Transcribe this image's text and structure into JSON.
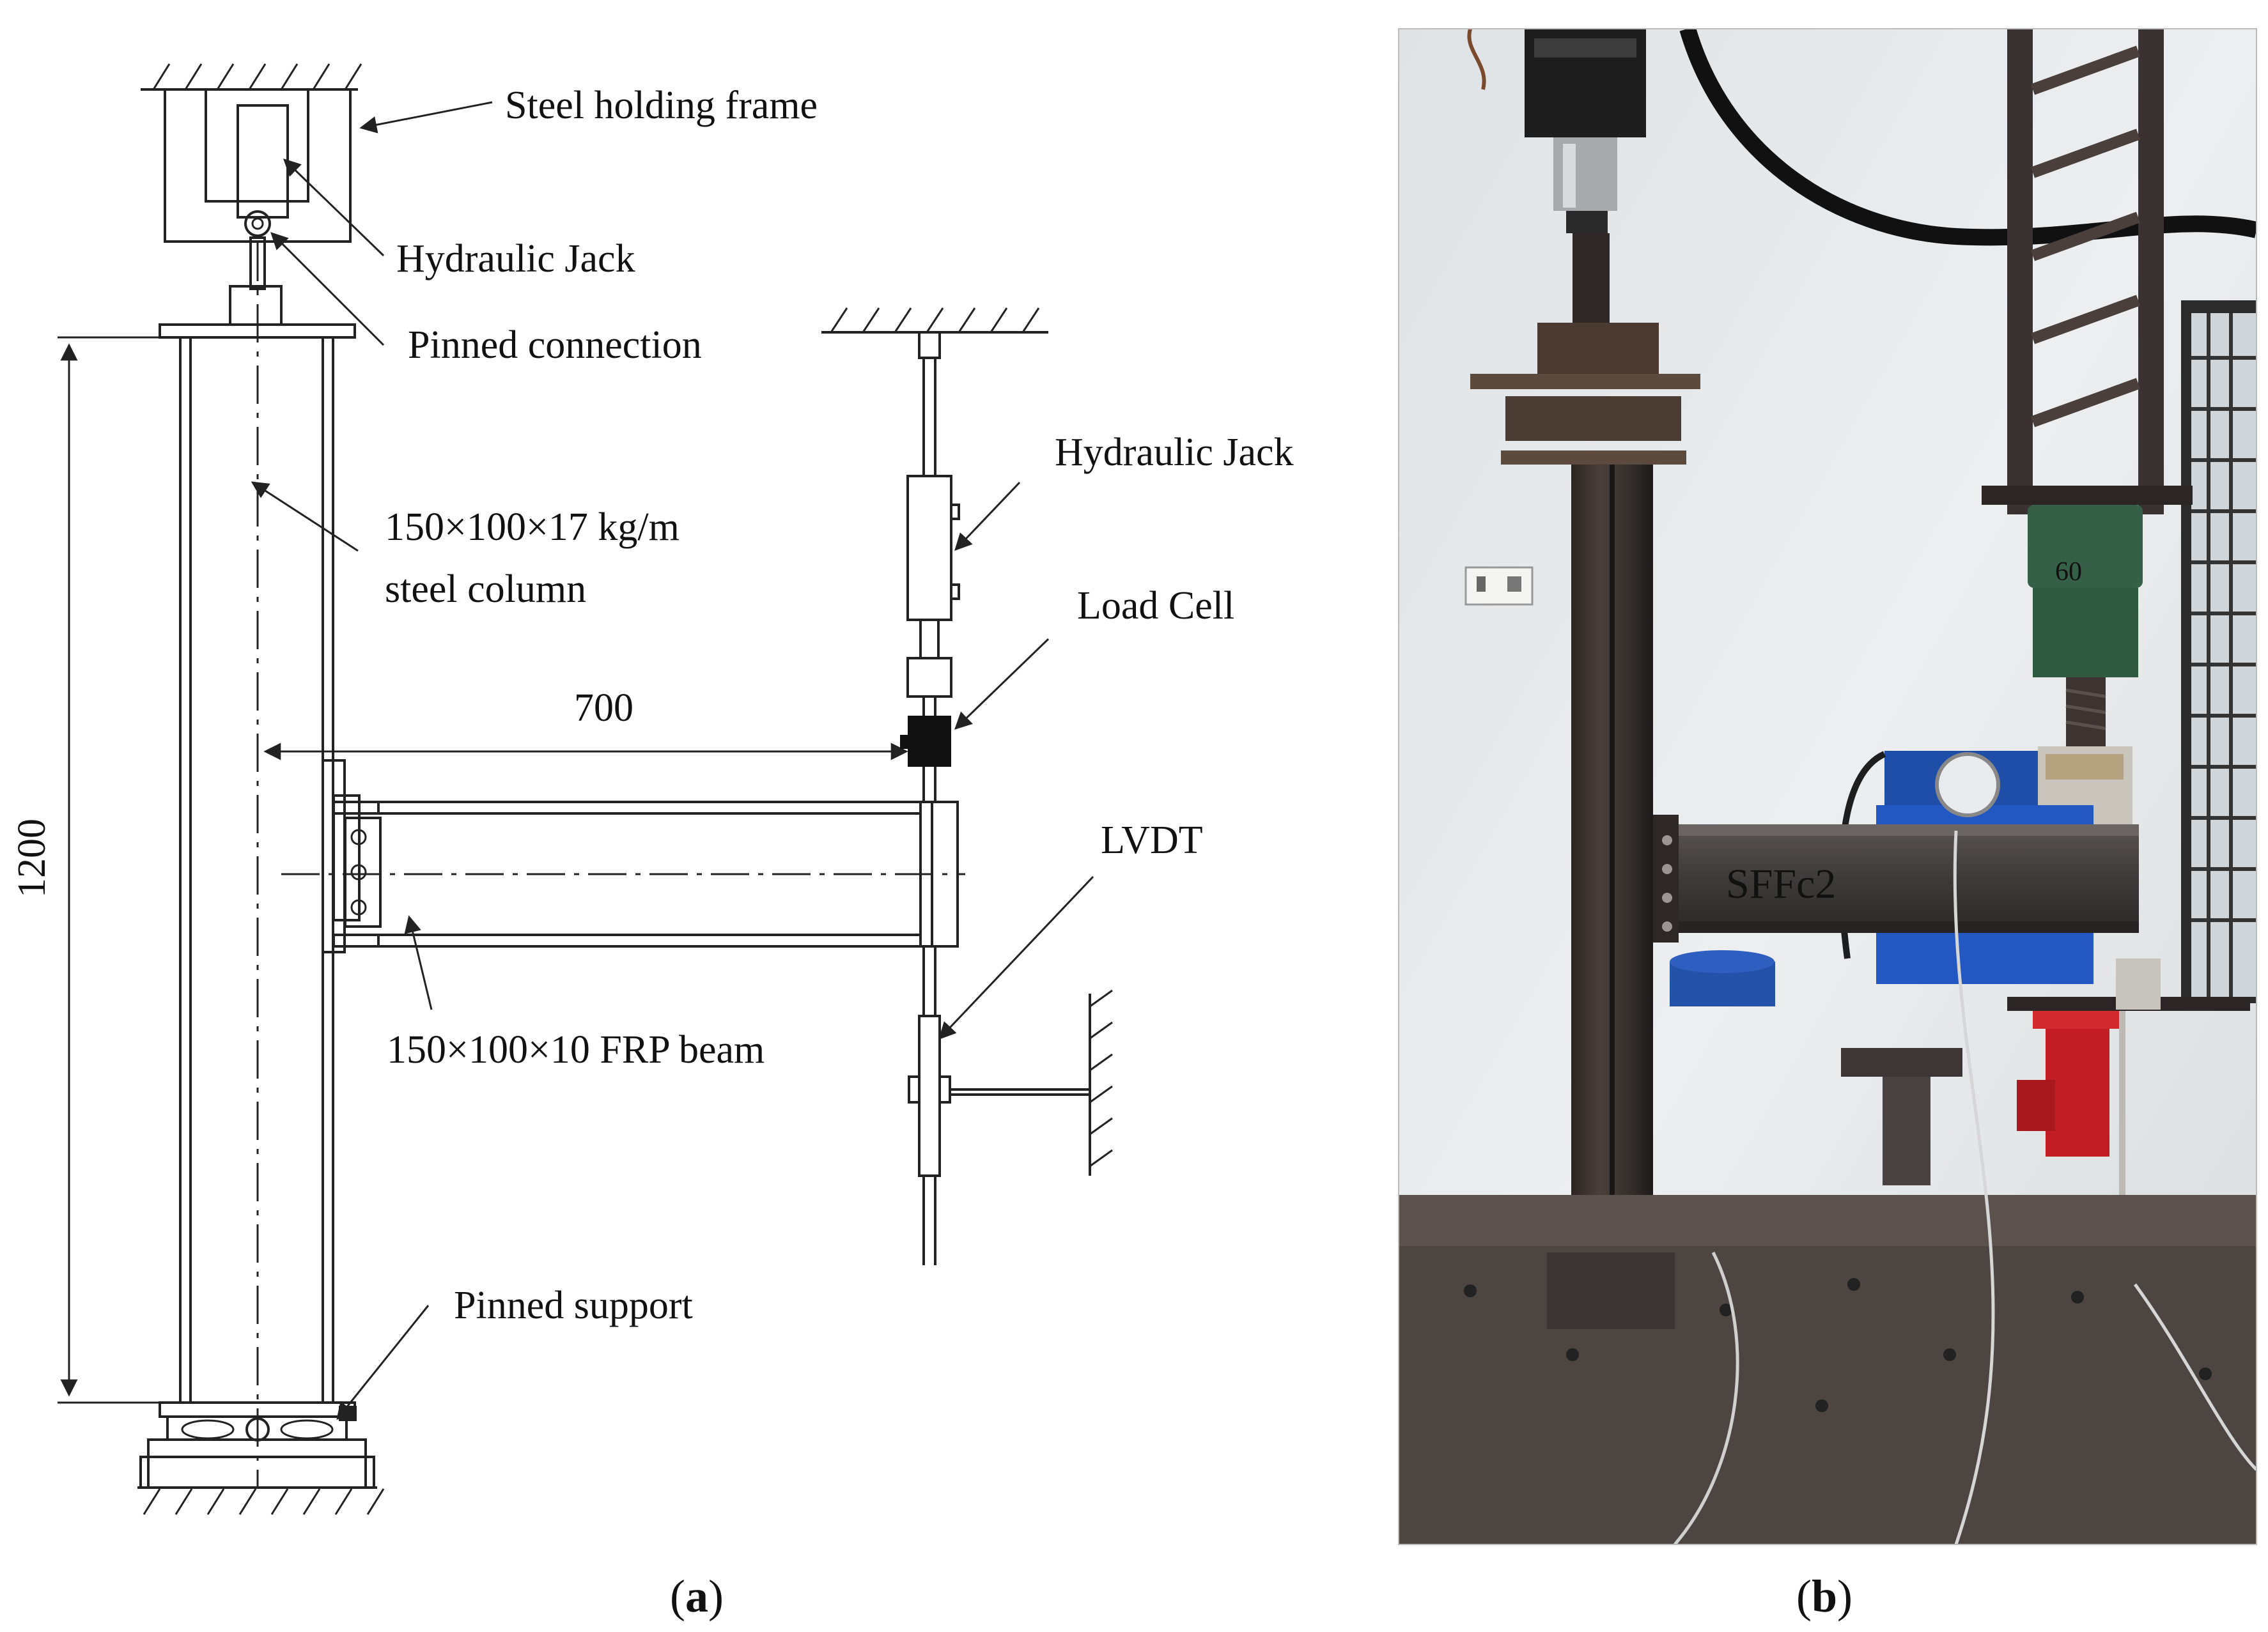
{
  "panel_a": {
    "labels": {
      "steel_holding_frame": "Steel holding frame",
      "hydraulic_jack_top": "Hydraulic Jack",
      "pinned_connection": "Pinned connection",
      "hydraulic_jack_right": "Hydraulic Jack",
      "column_spec_line1": "150×100×17 kg/m",
      "column_spec_line2": "steel column",
      "load_cell": "Load Cell",
      "dimension_700": "700",
      "lvdt": "LVDT",
      "dimension_1200": "1200",
      "beam_spec": "150×100×10 FRP beam",
      "pinned_support": "Pinned support"
    },
    "caption_open": "(",
    "caption_letter": "a",
    "caption_close": ")"
  },
  "panel_b": {
    "beam_marking": "SFFc2",
    "jack_marking": "60",
    "caption_open": "(",
    "caption_letter": "b",
    "caption_close": ")"
  },
  "colors": {
    "line": "#222222",
    "wall": "#e6e9ea",
    "steel": "#3b3330",
    "jack_green": "#2f5a40",
    "pump_blue": "#2050a8",
    "jack_red": "#c21d24",
    "floor": "#4a4340"
  }
}
